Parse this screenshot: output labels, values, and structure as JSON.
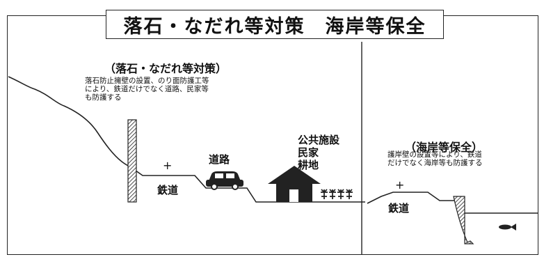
{
  "title": "落石・なだれ等対策　海岸等保全",
  "left_panel": {
    "heading": "（落石・なだれ等対策）",
    "description": [
      "落石防止擁壁の設置、のり面防護工等",
      "により、鉄道だけでなく道路、民家等",
      "も防護する"
    ],
    "labels": {
      "railway": "鉄道",
      "road": "道路",
      "facilities": [
        "公共施設",
        "民家",
        "耕地"
      ],
      "plus": "+"
    }
  },
  "right_panel": {
    "heading": "（海岸等保全）",
    "description": [
      "護岸壁の設置等により、鉄道",
      "だけでなく海岸等も防護する"
    ],
    "labels": {
      "railway": "鉄道",
      "plus": "+"
    }
  },
  "icons": [
    "retaining-wall-icon",
    "car-icon",
    "house-icon",
    "crop-icon",
    "seawall-icon",
    "fish-icon"
  ]
}
